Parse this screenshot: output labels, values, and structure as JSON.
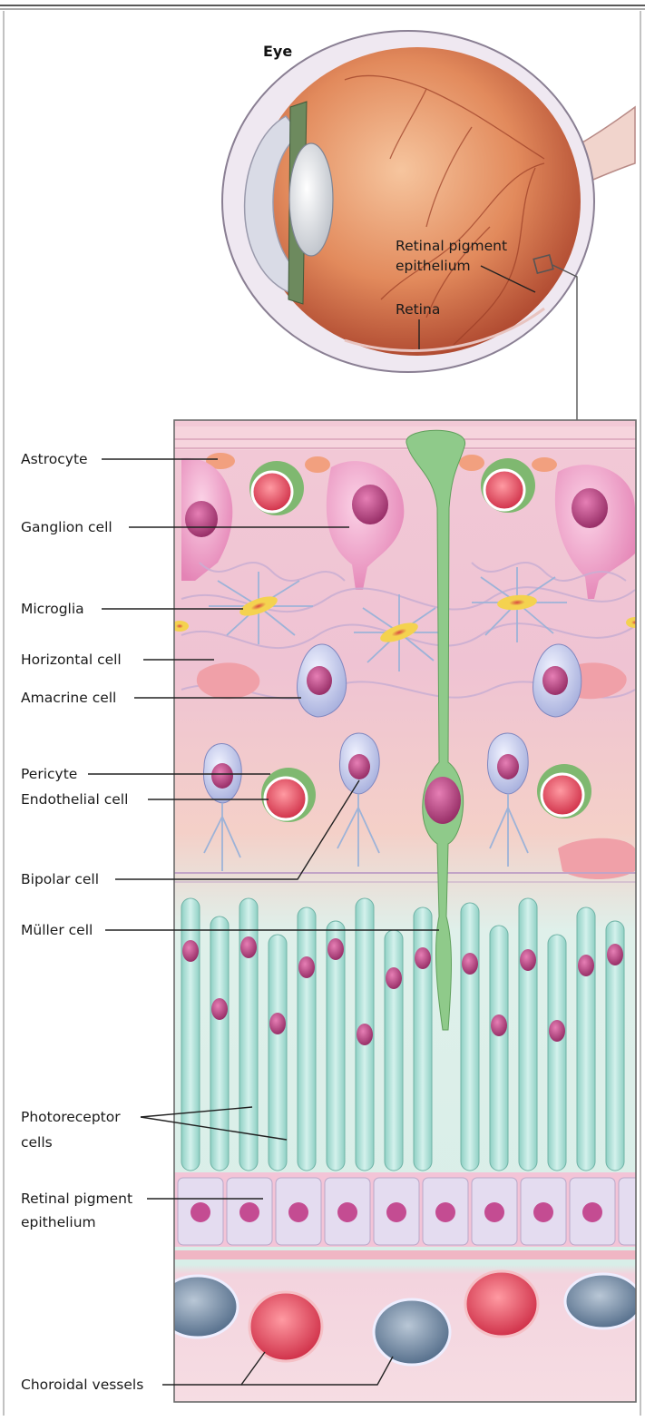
{
  "figure": {
    "eye_title": "Eye",
    "eye_labels": {
      "rpe_line1": "Retinal pigment",
      "rpe_line2": "epithelium",
      "retina": "Retina"
    },
    "labels": {
      "astrocyte": "Astrocyte",
      "ganglion": "Ganglion cell",
      "microglia": "Microglia",
      "horizontal": "Horizontal cell",
      "amacrine": "Amacrine cell",
      "pericyte": "Pericyte",
      "endothelial": "Endothelial cell",
      "bipolar": "Bipolar cell",
      "muller": "Müller cell",
      "photoreceptor_line1": "Photoreceptor",
      "photoreceptor_line2": "cells",
      "rpe_line1": "Retinal pigment",
      "rpe_line2": "epithelium",
      "choroidal": "Choroidal vessels"
    }
  },
  "colors": {
    "sclera": "#ece6ef",
    "eyeball": "#d96a4a",
    "ganglion": "#ee8fc0",
    "nucleus": "#b83a7a",
    "muller": "#8dc98a",
    "photoreceptor": "#a9ddd3",
    "rbc": "#e0455a",
    "vein": "#5f7d9c",
    "microglia_core": "#f3d14a"
  }
}
